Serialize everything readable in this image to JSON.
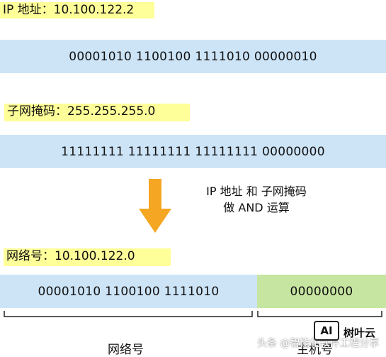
{
  "colors": {
    "label_bg": "#ffff99",
    "band_blue": "#cde4f7",
    "band_green": "#c6e5a0",
    "arrow_orange": "#f5a623",
    "brace": "#222222"
  },
  "ip_address": {
    "label": "IP 地址：10.100.122.2",
    "binary": "00001010 1100100 1111010 00000010"
  },
  "subnet_mask": {
    "label": "子网掩码：255.255.255.0",
    "binary": "11111111 11111111 11111111 00000000"
  },
  "operation": {
    "icon": "down-arrow-icon",
    "line1": "IP 地址 和 子网掩码",
    "line2": "做 AND 运算"
  },
  "network_number": {
    "label": "网络号：10.100.122.0",
    "network_binary": "00001010 1100100 1111010",
    "host_binary": "00000000"
  },
  "bottom_labels": {
    "network": "网络号",
    "host": "主机号"
  },
  "watermark": {
    "source": "头条 @智能化软件工程分享",
    "logo": "AI",
    "brand": "树叶云"
  }
}
